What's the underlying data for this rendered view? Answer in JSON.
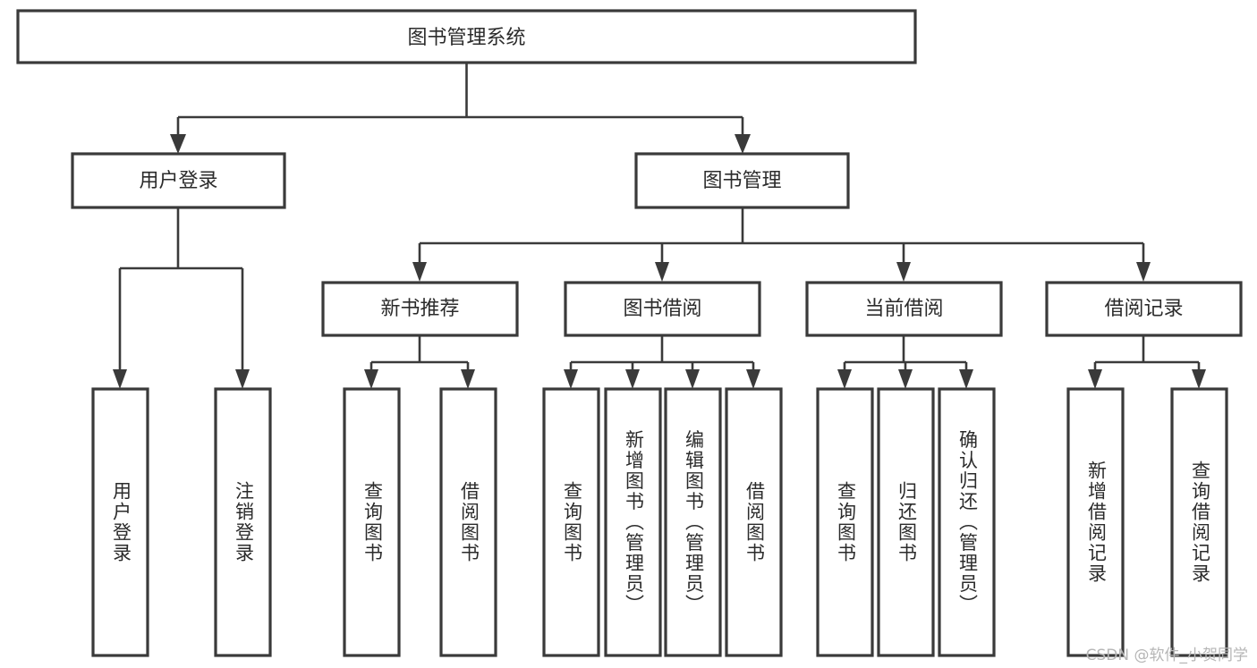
{
  "diagram": {
    "title": "图书管理系统",
    "type": "tree",
    "root": {
      "id": "root",
      "label": "图书管理系统"
    },
    "level2": [
      {
        "id": "user-login",
        "label": "用户登录"
      },
      {
        "id": "book-manage",
        "label": "图书管理"
      }
    ],
    "level3": [
      {
        "id": "new-book-recommend",
        "label": "新书推荐",
        "parent": "book-manage"
      },
      {
        "id": "book-borrow",
        "label": "图书借阅",
        "parent": "book-manage"
      },
      {
        "id": "current-borrow",
        "label": "当前借阅",
        "parent": "book-manage"
      },
      {
        "id": "borrow-record",
        "label": "借阅记录",
        "parent": "book-manage"
      }
    ],
    "leaves": {
      "user-login": [
        {
          "id": "leaf-user-login",
          "label": "用户登录"
        },
        {
          "id": "leaf-user-logout",
          "label": "注销登录"
        }
      ],
      "new-book-recommend": [
        {
          "id": "leaf-query-book-1",
          "label": "查询图书"
        },
        {
          "id": "leaf-borrow-book-1",
          "label": "借阅图书"
        }
      ],
      "book-borrow": [
        {
          "id": "leaf-query-book-2",
          "label": "查询图书"
        },
        {
          "id": "leaf-add-book",
          "label": "新增图书（管理员）"
        },
        {
          "id": "leaf-edit-book",
          "label": "编辑图书（管理员）"
        },
        {
          "id": "leaf-borrow-book-2",
          "label": "借阅图书"
        }
      ],
      "current-borrow": [
        {
          "id": "leaf-query-book-3",
          "label": "查询图书"
        },
        {
          "id": "leaf-return-book",
          "label": "归还图书"
        },
        {
          "id": "leaf-confirm-return",
          "label": "确认归还（管理员）"
        }
      ],
      "borrow-record": [
        {
          "id": "leaf-add-record",
          "label": "新增借阅记录"
        },
        {
          "id": "leaf-query-record",
          "label": "查询借阅记录"
        }
      ]
    },
    "colors": {
      "stroke": "#3a3a3a",
      "fill": "#ffffff",
      "text": "#2b2b2b",
      "watermark": "#b6b6b6"
    }
  },
  "watermark": {
    "text": "CSDN @软件_小贺同学"
  }
}
